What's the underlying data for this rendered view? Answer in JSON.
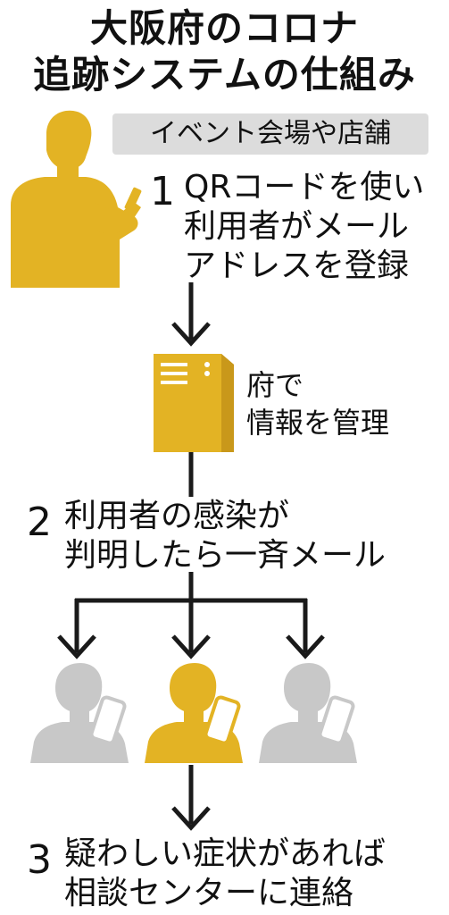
{
  "title": {
    "line1": "大阪府のコロナ",
    "line2": "追跡システムの仕組み"
  },
  "venue": {
    "label": "イベント会場や店舗"
  },
  "steps": [
    {
      "number": "1",
      "lines": [
        "QRコードを使い",
        "利用者がメール",
        "アドレスを登録"
      ]
    },
    {
      "number": "2",
      "lines": [
        "利用者の感染が",
        "判明したら一斉メール"
      ]
    },
    {
      "number": "3",
      "lines": [
        "疑わしい症状があれば",
        "相談センターに連絡"
      ]
    }
  ],
  "server": {
    "lines": [
      "府で",
      "情報を管理"
    ]
  },
  "colors": {
    "accent": "#e3b324",
    "accent_dark": "#c9981a",
    "gray_person": "#c8c8c8",
    "arrow": "#1a1a1a",
    "badge_bg": "#dcdcdc"
  },
  "icons": {
    "user": "person-with-phone-icon",
    "server": "server-icon",
    "recipients": [
      "gray-person-icon",
      "infected-person-icon",
      "gray-person-icon"
    ]
  }
}
